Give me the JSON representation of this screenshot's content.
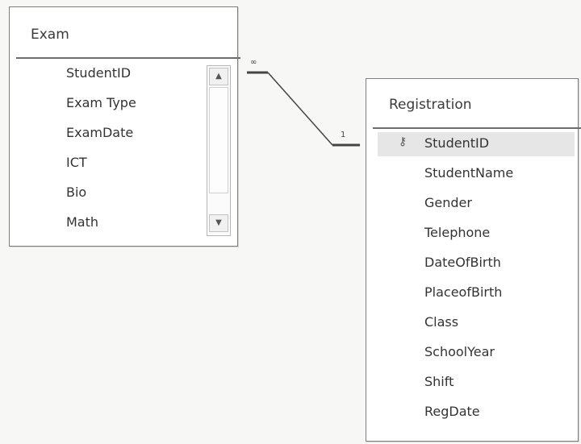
{
  "exam_table": {
    "title": "Exam",
    "fields": [
      "StudentID",
      "Exam Type",
      "ExamDate",
      "ICT",
      "Bio",
      "Math"
    ],
    "scroll_up_glyph": "▲",
    "scroll_down_glyph": "▼"
  },
  "registration_table": {
    "title": "Registration",
    "primary_key_icon": "key-icon",
    "fields": [
      "StudentID",
      "StudentName",
      "Gender",
      "Telephone",
      "DateOfBirth",
      "PlaceofBirth",
      "Class",
      "SchoolYear",
      "Shift",
      "RegDate"
    ]
  },
  "relationship": {
    "many_label": "∞",
    "one_label": "1"
  }
}
